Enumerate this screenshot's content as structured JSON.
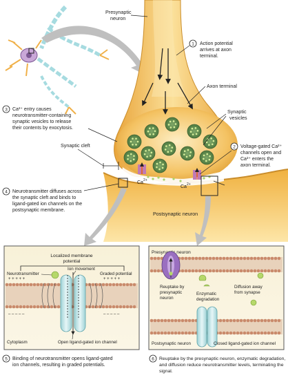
{
  "labels": {
    "presynaptic_neuron": [
      "Presynaptic",
      "neuron"
    ],
    "axon_terminal": "Axon terminal",
    "synaptic_vesicles": [
      "Synaptic",
      "vesicles"
    ],
    "synaptic_cleft": "Synaptic cleft",
    "postsynaptic_neuron": "Postsynaptic neuron",
    "ca_left": "Ca",
    "ca_right": "Ca",
    "ca_sup": "2+"
  },
  "steps": [
    {
      "num": "1",
      "lines": [
        "Action potential",
        "arrives at axon",
        "terminal."
      ]
    },
    {
      "num": "2",
      "lines": [
        "Voltage-gated Ca²⁺",
        "channels open and",
        "Ca²⁺ enters the",
        "axon terminal."
      ]
    },
    {
      "num": "3",
      "lines": [
        "Ca²⁺ entry causes",
        "neurotransmitter-containing",
        "synaptic vesicles to release",
        "their contents by exocytosis."
      ]
    },
    {
      "num": "4",
      "lines": [
        "Neurotransmitter diffuses across",
        "the synaptic cleft and binds to",
        "ligand-gated ion channels on the",
        "postsynaptic membrane."
      ]
    },
    {
      "num": "5",
      "lines": [
        "Binding of neurotransmitter opens ligand-gated",
        "ion channels, resulting in graded potentials."
      ]
    },
    {
      "num": "6",
      "lines": [
        "Reuptake by the presynaptic neuron, enzymatic degradation,",
        "and diffusion reduce neurotransmitter levels, terminating the",
        "signal."
      ]
    }
  ],
  "panel_left": {
    "localized_potential": [
      "Localized membrane",
      "potential"
    ],
    "neurotransmitter": "Neurotransmitter",
    "ion_movement": "Ion movement",
    "graded_potential": "Graded potential",
    "cytoplasm": "Cytoplasm",
    "open_channel": "Open ligand-gated ion channel",
    "plus_row": "+ + + + +",
    "minus_row": "– – – – –"
  },
  "panel_right": {
    "presynaptic_neuron": "Presynaptic neuron",
    "reuptake": [
      "Reuptake by",
      "presynaptic",
      "neuron"
    ],
    "enzymatic": [
      "Enzymatic",
      "degradation"
    ],
    "diffusion": [
      "Diffusion away",
      "from synapse"
    ],
    "postsynaptic_neuron": "Postsynaptic neuron",
    "closed_channel": "Closed ligand-gated ion channel"
  },
  "colors": {
    "axon": "#f2b84b",
    "axon_light": "#fbe3a3",
    "axon_dark": "#d9962a",
    "vesicle": "#6f9a5c",
    "membrane_head": "#c98a6b",
    "channel": "#bfe3e6"
  }
}
